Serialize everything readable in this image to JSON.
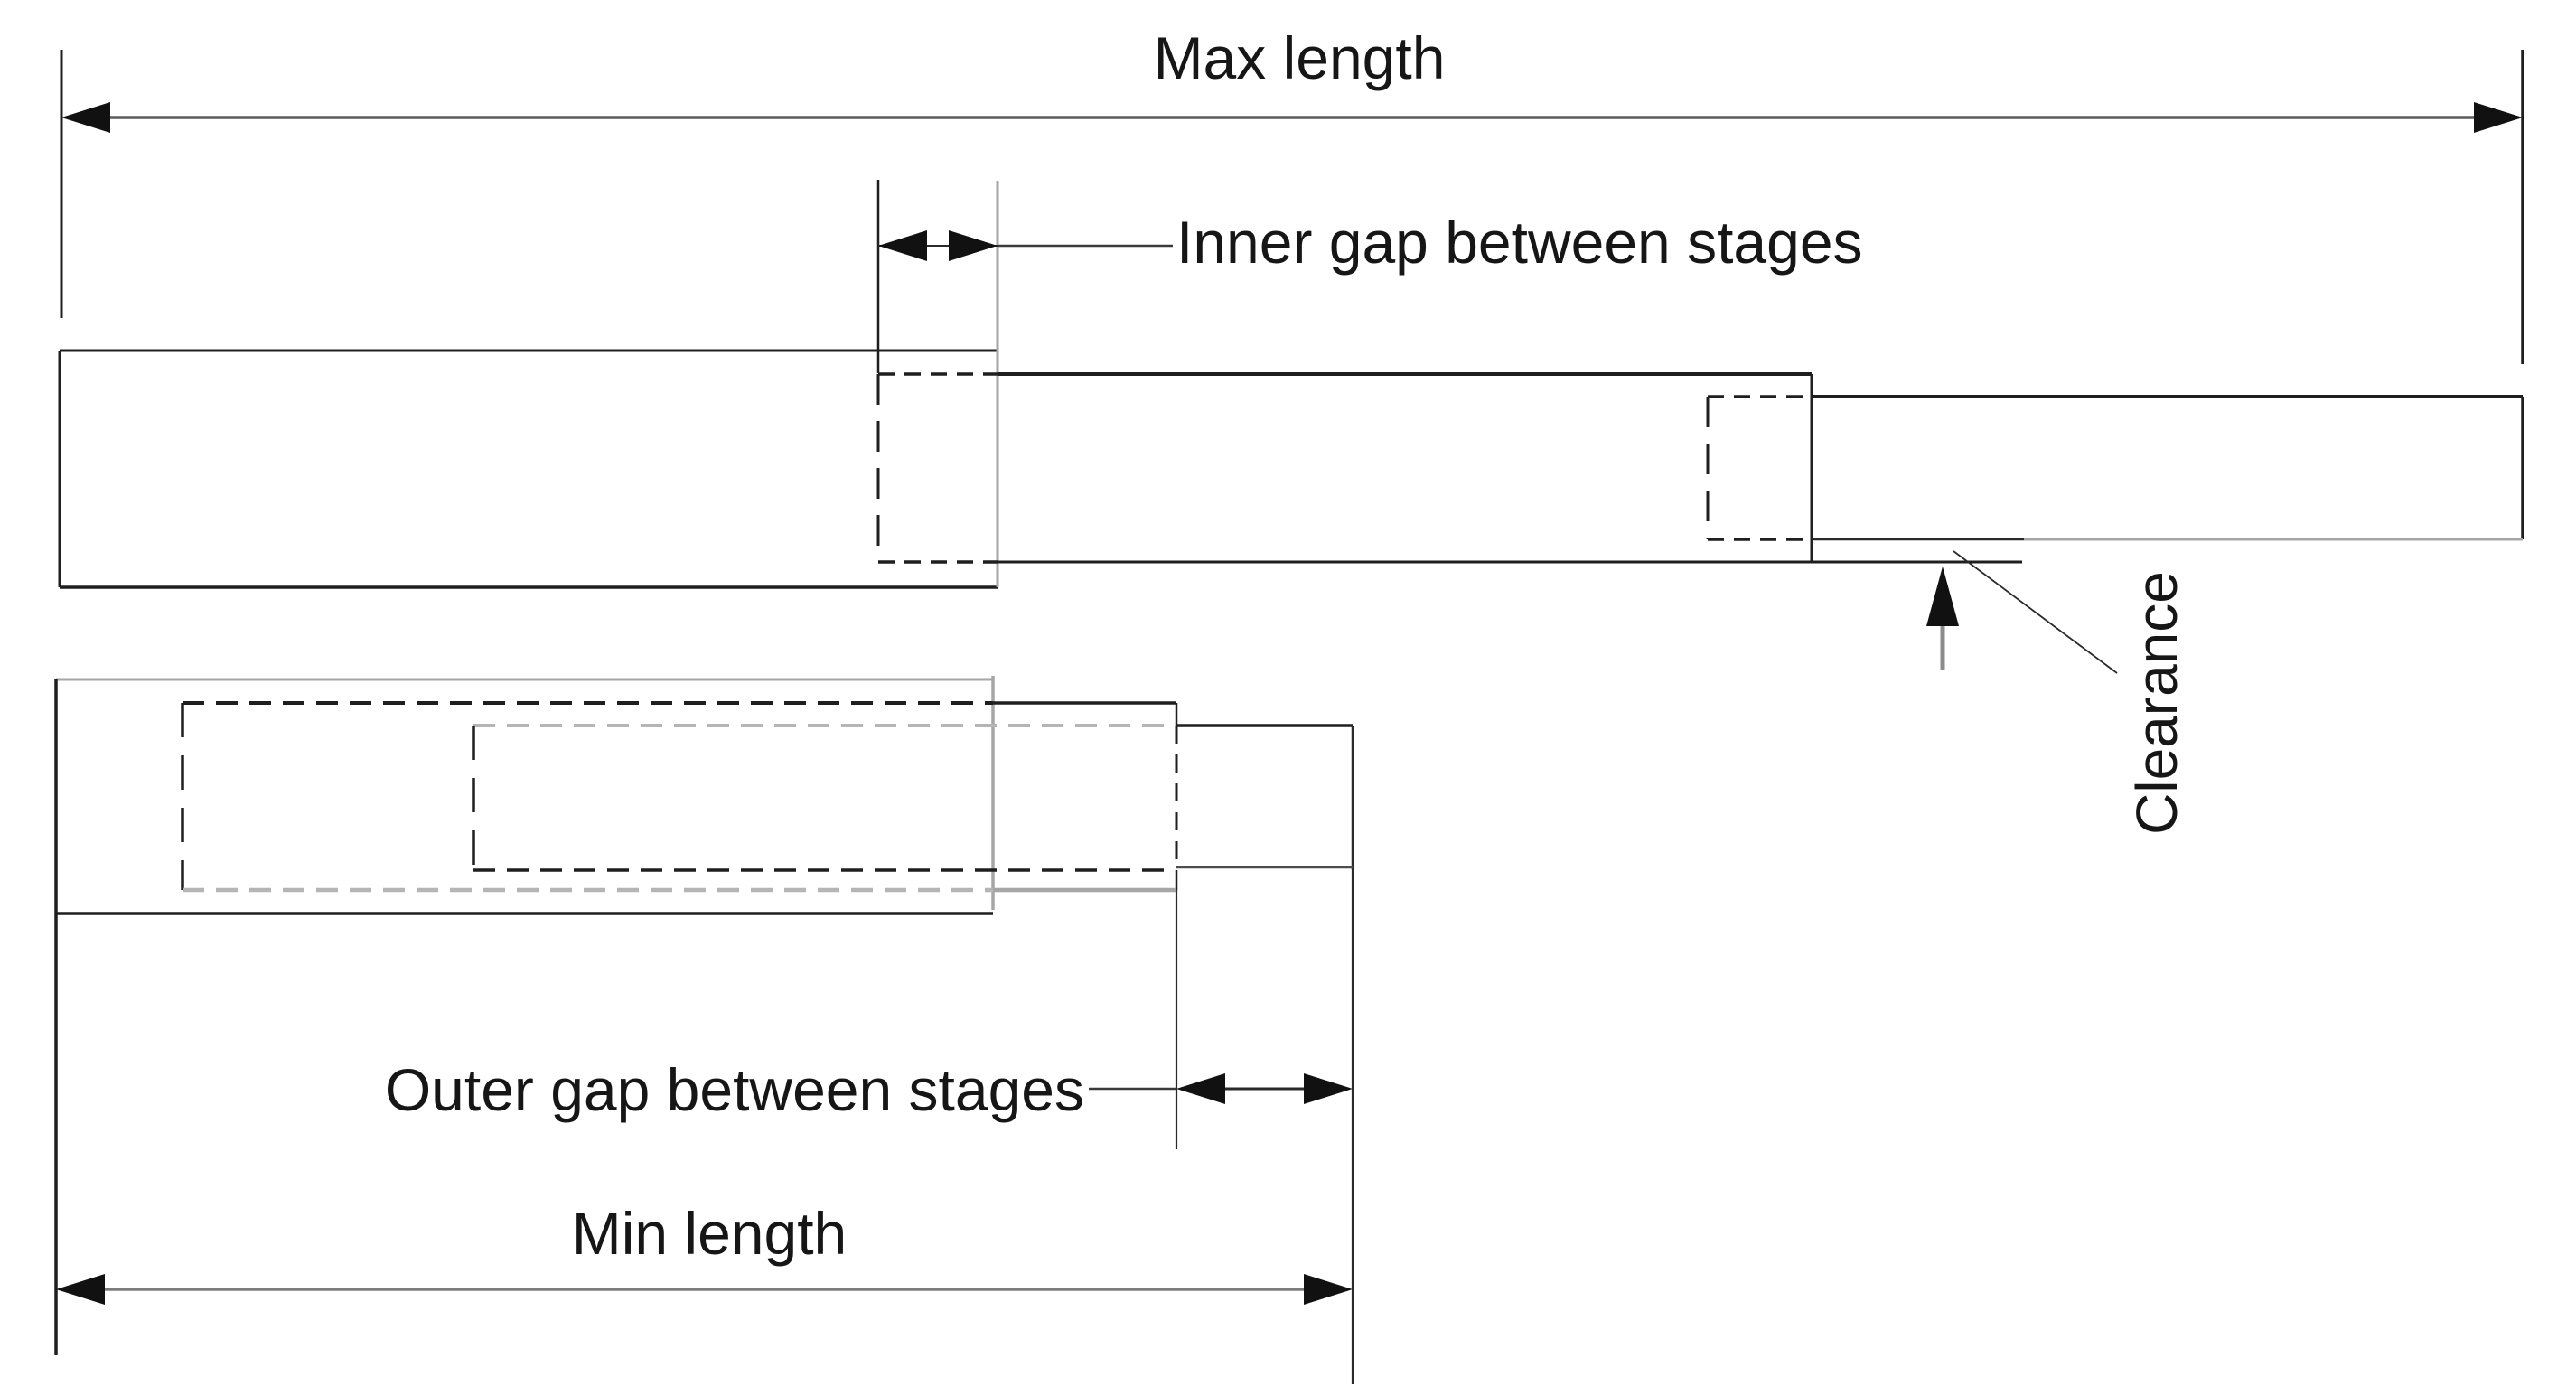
{
  "diagram": {
    "background_color": "#ffffff",
    "ink_color": "#1f1f1f",
    "muted_line_color": "#a6a6a6",
    "dimension_line_color": "#5c5c5c",
    "labels": {
      "max_length": "Max length",
      "inner_gap": "Inner gap between stages",
      "clearance": "Clearance",
      "outer_gap": "Outer gap between stages",
      "min_length": "Min length"
    },
    "views": {
      "extended": {
        "stage_count": 3
      },
      "retracted": {
        "stage_count": 3
      }
    }
  }
}
